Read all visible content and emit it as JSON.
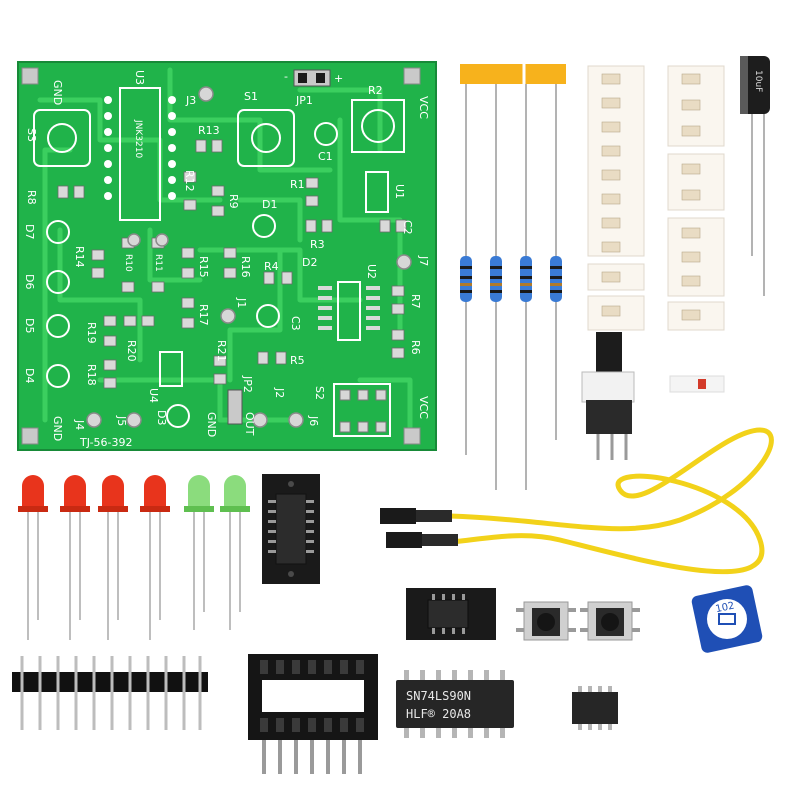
{
  "pcb": {
    "labels": {
      "gnd1": "GND",
      "u3": "U3",
      "jnk": "JNK3210",
      "j3": "J3",
      "s1": "S1",
      "minus": "-",
      "plus": "+",
      "jp1": "JP1",
      "r2": "R2",
      "vcc1": "VCC",
      "s3": "S3",
      "r13": "R13",
      "c1": "C1",
      "r8": "R8",
      "r12": "R12",
      "r9": "R9",
      "d1": "D1",
      "r1": "R1",
      "u1": "U1",
      "d7": "D7",
      "r10": "R10",
      "r11": "R11",
      "r3": "R3",
      "c2": "C2",
      "r14": "R14",
      "r15": "R15",
      "r16": "R16",
      "r4": "R4",
      "d2": "D2",
      "u2": "U2",
      "j7": "J7",
      "d6": "D6",
      "j1": "J1",
      "c3": "C3",
      "r7": "R7",
      "d5": "D5",
      "r19": "R19",
      "r20": "R20",
      "r17": "R17",
      "r21": "R21",
      "r6": "R6",
      "r18": "R18",
      "r5": "R5",
      "d4": "D4",
      "u4": "U4",
      "jp2": "JP2",
      "j2": "J2",
      "s2": "S2",
      "vcc2": "VCC",
      "d3": "D3",
      "j4": "J4",
      "j5": "J5",
      "gnd2": "GND",
      "out": "OUT",
      "j6": "J6",
      "gnd3": "GND",
      "code": "TJ-56-392"
    }
  },
  "capacitor_label": "10uF",
  "counter_chip_label_line1": "SN74LS90N",
  "counter_chip_label_line2": "HLF® 20A8",
  "trimmer_label": "102",
  "colors": {
    "pcb_green": "#20b34a",
    "copper_trace": "#3bcf5f",
    "led_red": "#e8341c",
    "led_green": "#7ed86f",
    "jumper_yellow": "#f2d21a",
    "resistor_tape": "#f7b21c",
    "resistor_body": "#3a7bd5",
    "trimmer_blue": "#1f4fb5"
  }
}
